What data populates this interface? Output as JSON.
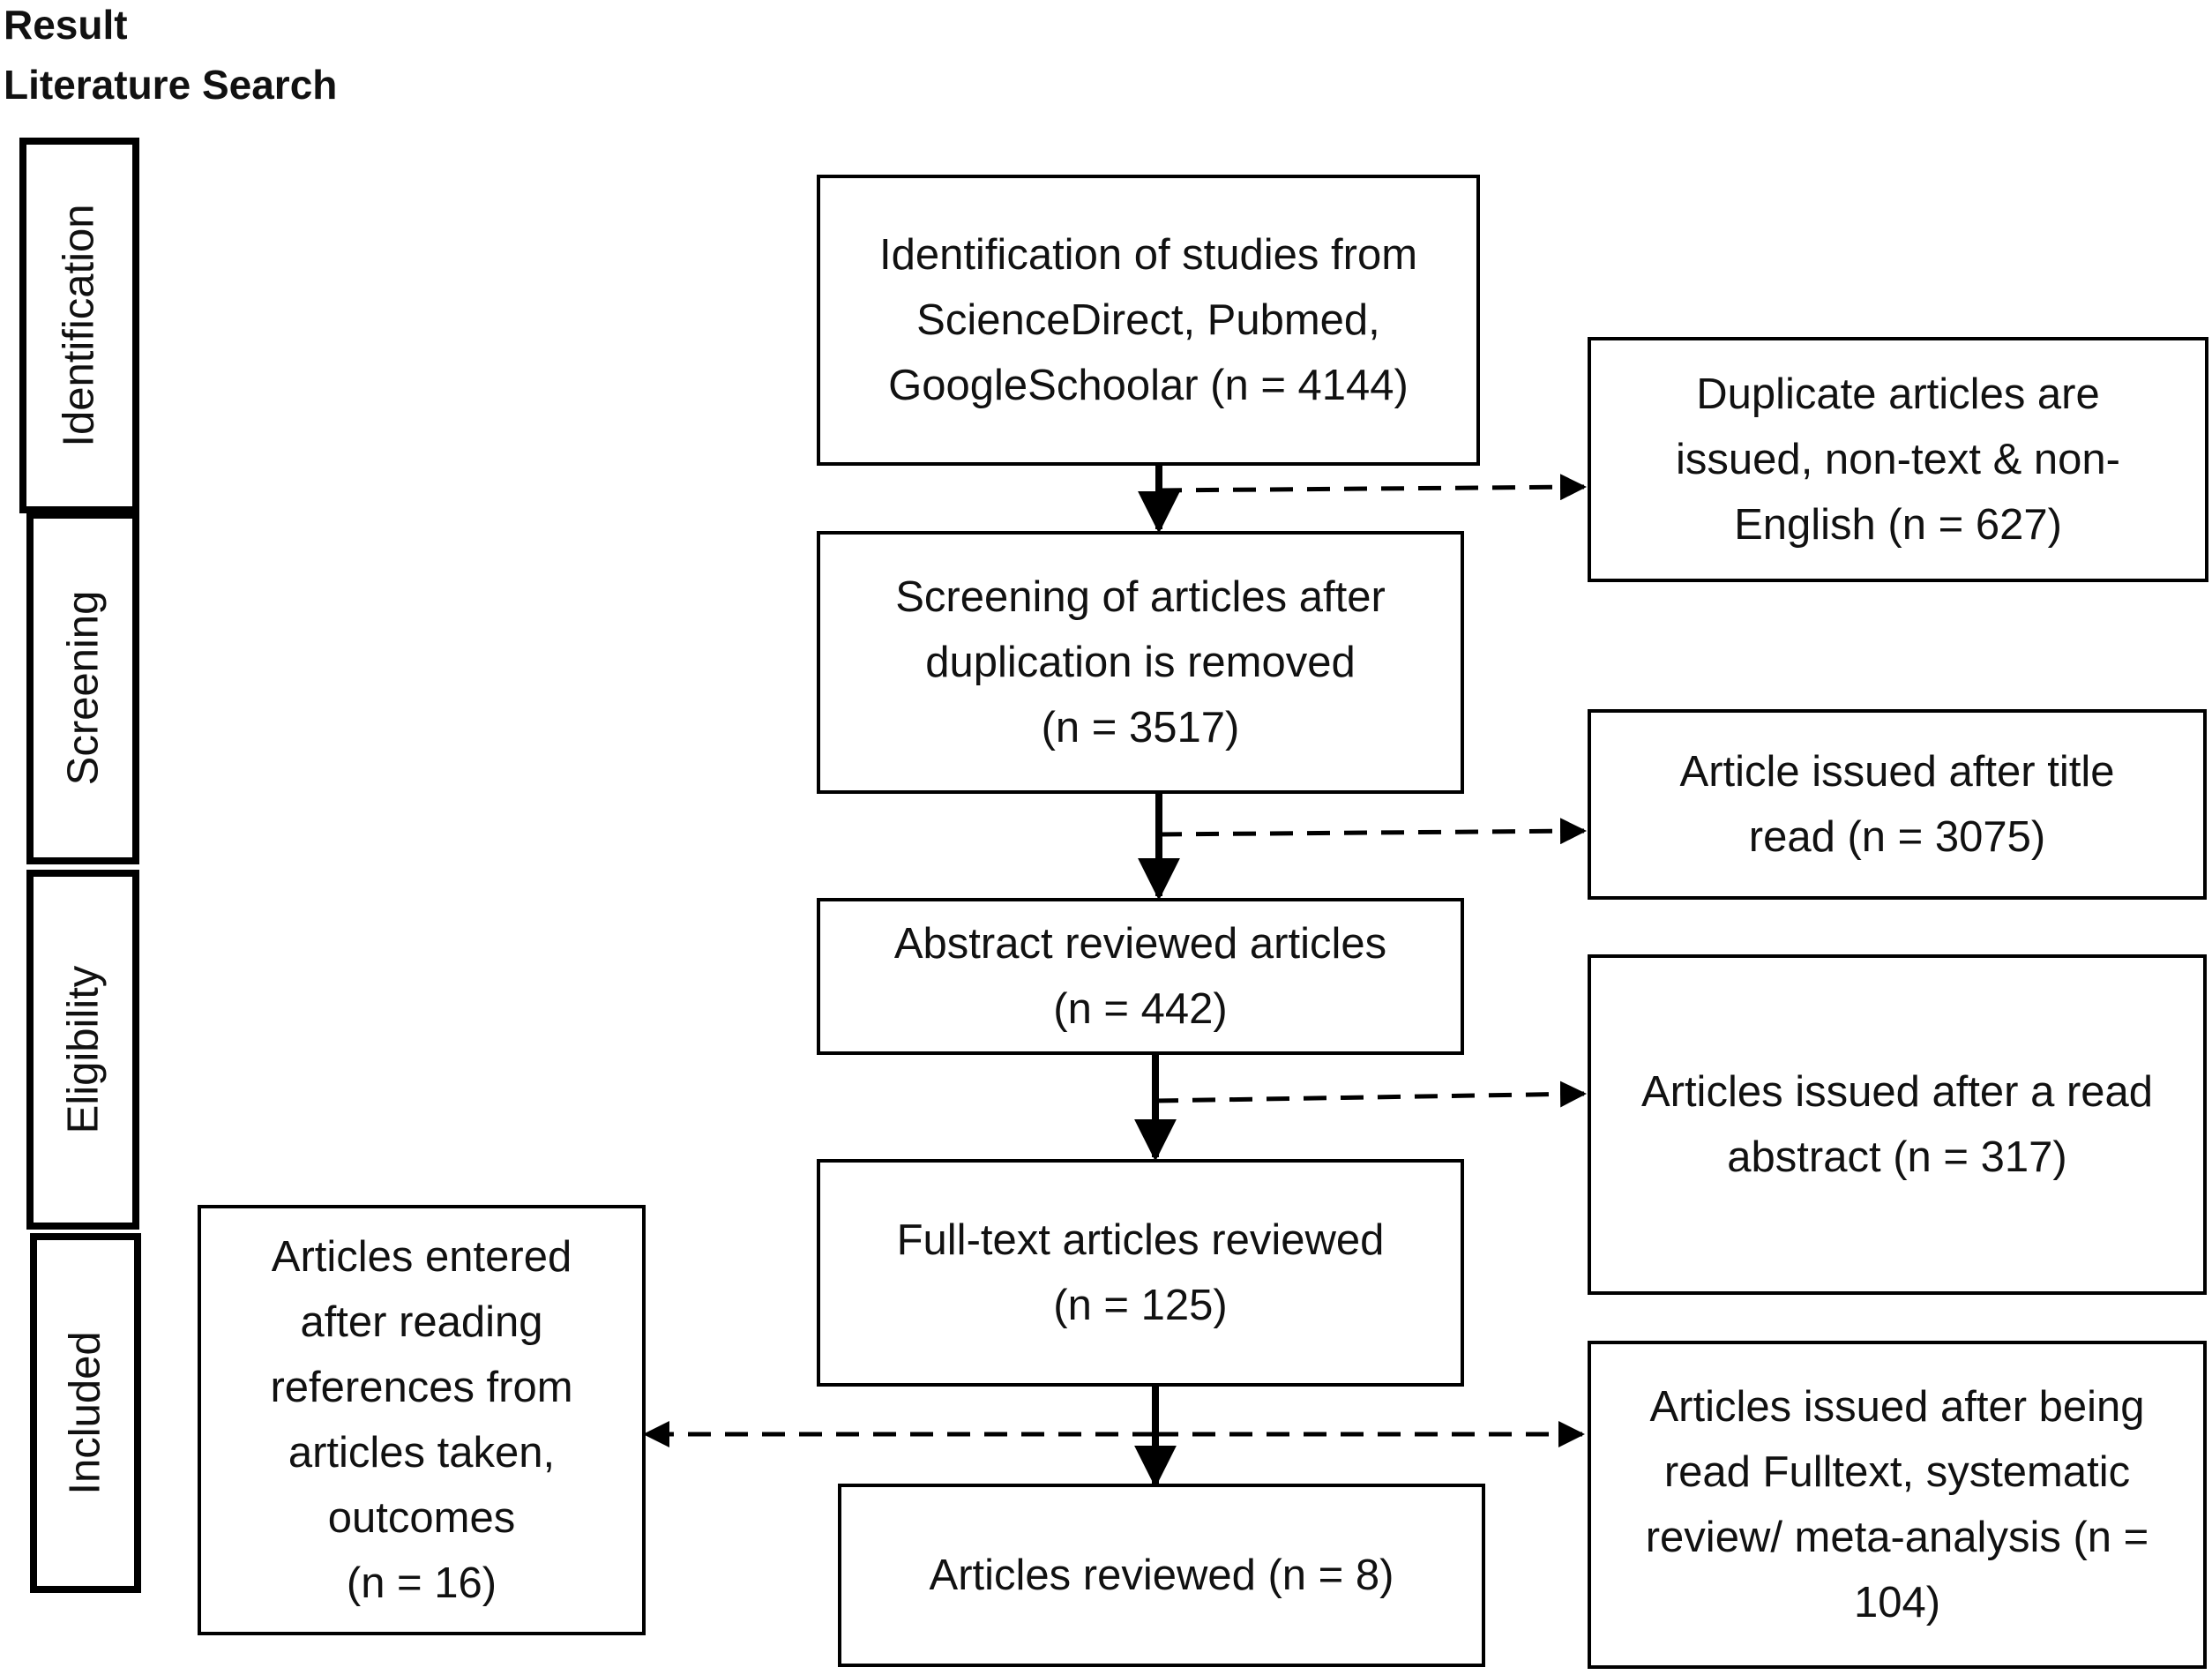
{
  "header": {
    "title_line1": "Result",
    "title_line2": "Literature Search"
  },
  "stages": {
    "identification": "Identification",
    "screening": "Screening",
    "eligibility": "Eligibility",
    "included": "Included"
  },
  "boxes": {
    "identification_studies": "Identification of studies from\nScienceDirect, Pubmed,\nGoogleSchoolar (n = 4144)",
    "duplicates_removed": "Duplicate articles are\nissued, non-text & non-\nEnglish (n = 627)",
    "screening_articles": "Screening of articles after\nduplication is removed\n(n = 3517)",
    "title_excluded": "Article issued after title\nread (n = 3075)",
    "abstract_reviewed": "Abstract reviewed articles\n(n = 442)",
    "abstract_excluded": "Articles issued after a read\nabstract (n = 317)",
    "fulltext_reviewed": "Full-text articles reviewed\n(n = 125)",
    "references_added": "Articles entered\nafter reading\nreferences from\narticles taken,\noutcomes\n(n = 16)",
    "fulltext_excluded": "Articles issued after being\nread Fulltext, systematic\nreview/ meta-analysis (n =\n104)",
    "articles_reviewed": "Articles reviewed (n = 8)"
  },
  "colors": {
    "line": "#000000",
    "background": "#ffffff",
    "text": "#111111"
  }
}
